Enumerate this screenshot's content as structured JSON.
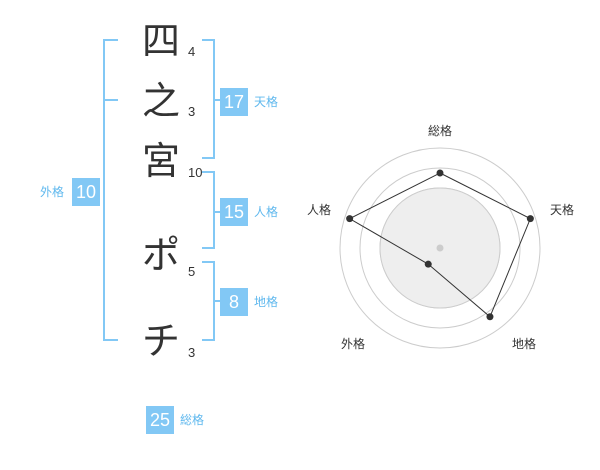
{
  "name": {
    "chars": [
      {
        "char": "四",
        "strokes": "4"
      },
      {
        "char": "之",
        "strokes": "3"
      },
      {
        "char": "宮",
        "strokes": "10"
      },
      {
        "char": "ポ",
        "strokes": "5"
      },
      {
        "char": "チ",
        "strokes": "3"
      }
    ]
  },
  "kakusu": {
    "tenkaku": {
      "value": "17",
      "label": "天格"
    },
    "jinkaku": {
      "value": "15",
      "label": "人格"
    },
    "chikaku": {
      "value": "8",
      "label": "地格"
    },
    "gaikaku": {
      "value": "10",
      "label": "外格"
    },
    "soukaku": {
      "value": "25",
      "label": "総格"
    }
  },
  "radar": {
    "axes": [
      "総格",
      "天格",
      "地格",
      "外格",
      "人格"
    ],
    "values": [
      0.75,
      0.95,
      0.85,
      0.2,
      0.95
    ],
    "line_color": "#333333",
    "fill_color": "#eeeeee",
    "grid_color": "#cccccc"
  },
  "colors": {
    "accent": "#82c8f5",
    "accent_text": "#5fb8ee"
  }
}
